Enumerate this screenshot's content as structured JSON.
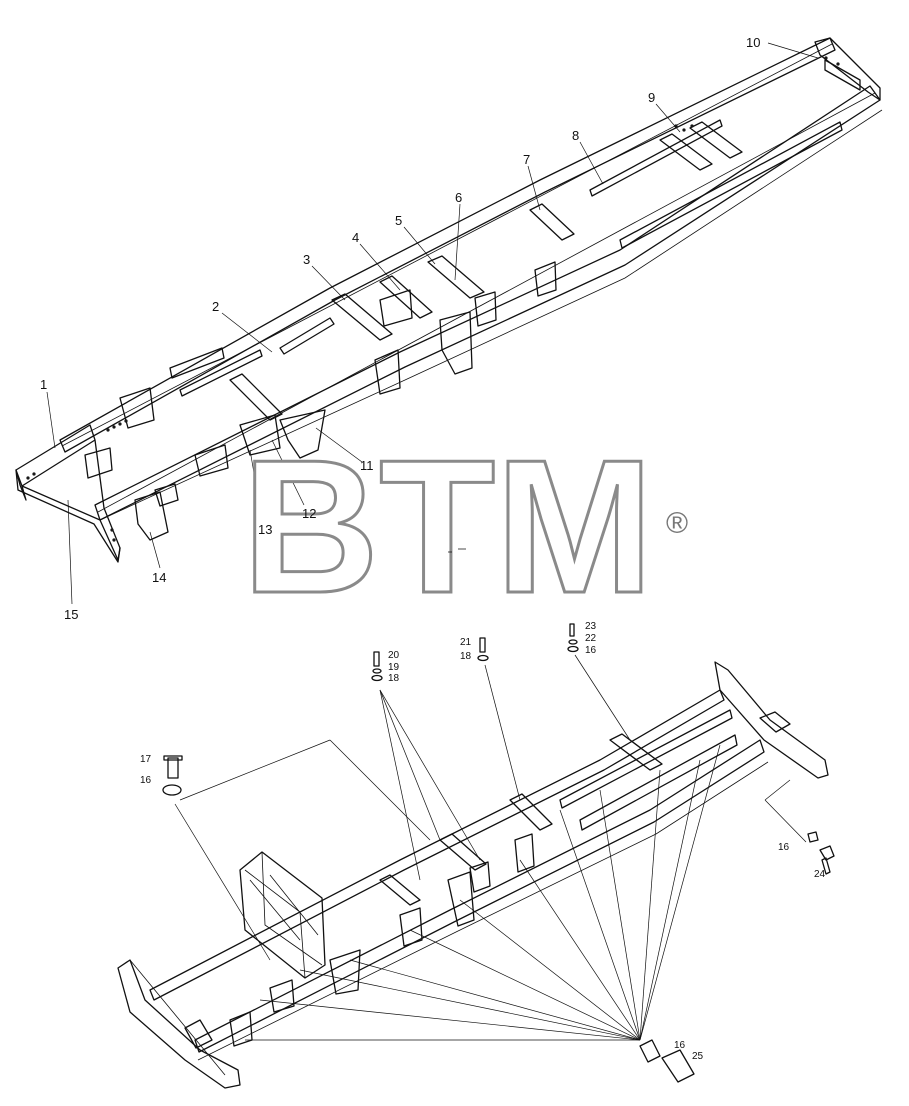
{
  "watermark": {
    "text": "BTM",
    "mark": "®"
  },
  "top_callouts": [
    "1",
    "2",
    "3",
    "4",
    "5",
    "6",
    "7",
    "8",
    "9",
    "10",
    "11",
    "12",
    "13",
    "14",
    "15"
  ],
  "bottom_callouts": {
    "c17": "17",
    "c16a": "16",
    "c20": "20",
    "c19": "19",
    "c18a": "18",
    "c21": "21",
    "c18b": "18",
    "c23": "23",
    "c22": "22",
    "c16b": "16",
    "c16c": "16",
    "c24": "24",
    "c16d": "16",
    "c25": "25"
  },
  "colors": {
    "line": "#111111",
    "watermark_stroke": "#8a8a8a"
  }
}
